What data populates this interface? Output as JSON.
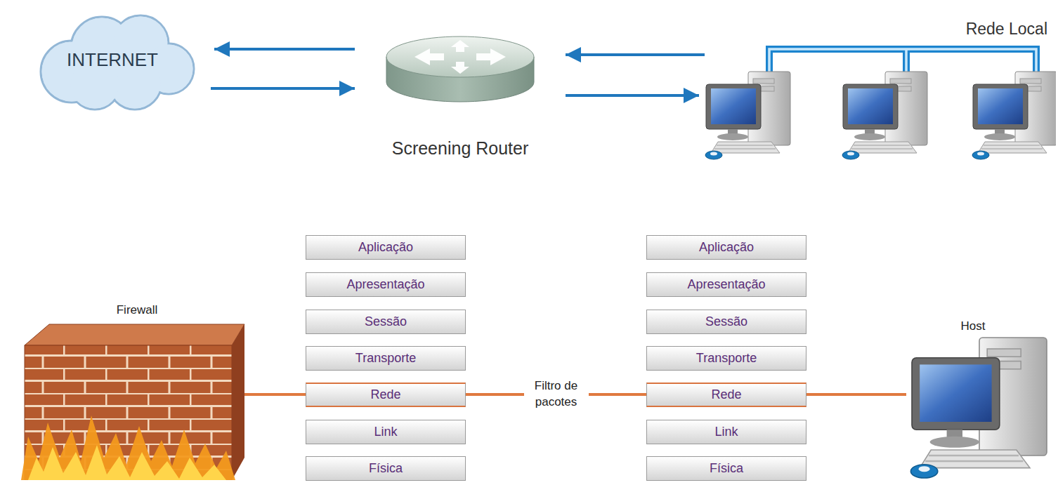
{
  "diagram": {
    "nodes": [
      {
        "text": [
          "INTERNET"
        ]
      },
      {
        "text": [
          "Screening Router"
        ]
      },
      {
        "text": [
          "Rede Local"
        ]
      },
      {
        "text": [
          "Firewall"
        ]
      },
      {
        "text": [
          "Aplicação"
        ]
      },
      {
        "text": [
          "Apresentação"
        ]
      },
      {
        "text": [
          "Sessão"
        ]
      },
      {
        "text": [
          "Transporte"
        ]
      },
      {
        "text": [
          "Rede"
        ]
      },
      {
        "text": [
          "Link"
        ]
      },
      {
        "text": [
          "Física"
        ]
      },
      {
        "text": [
          "Aplicação"
        ]
      },
      {
        "text": [
          "Apresentação"
        ]
      },
      {
        "text": [
          "Sessão"
        ]
      },
      {
        "text": [
          "Transporte"
        ]
      },
      {
        "text": [
          "Rede"
        ]
      },
      {
        "text": [
          "Link"
        ]
      },
      {
        "text": [
          "Física"
        ]
      },
      {
        "text": [
          "Host"
        ]
      }
    ],
    "edges": [
      {
        "from": 1,
        "to": 0,
        "arrow": "to"
      },
      {
        "from": 0,
        "to": 1,
        "arrow": "to"
      },
      {
        "from": 2,
        "to": 1,
        "arrow": "to"
      },
      {
        "from": 1,
        "to": 2,
        "arrow": "to"
      },
      {
        "from": 3,
        "to": 8,
        "arrow": "none"
      },
      {
        "from": 8,
        "to": 15,
        "label": "Filtro de pacotes",
        "arrow": "none"
      },
      {
        "from": 15,
        "to": 18,
        "arrow": "none"
      }
    ]
  }
}
